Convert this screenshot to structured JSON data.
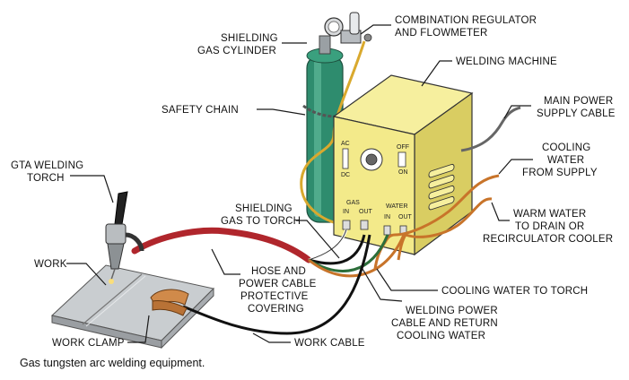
{
  "labels": {
    "regulator": [
      "COMBINATION REGULATOR",
      "AND FLOWMETER"
    ],
    "cylinder": [
      "SHIELDING",
      "GAS CYLINDER"
    ],
    "machine": [
      "WELDING MACHINE"
    ],
    "main_power": [
      "MAIN POWER",
      "SUPPLY CABLE"
    ],
    "safety_chain": [
      "SAFETY CHAIN"
    ],
    "cooling_supply": [
      "COOLING",
      "WATER",
      "FROM SUPPLY"
    ],
    "torch": [
      "GTA WELDING",
      "TORCH"
    ],
    "warm_water": [
      "WARM WATER",
      "TO DRAIN OR",
      "RECIRCULATOR COOLER"
    ],
    "gas_to_torch": [
      "SHIELDING",
      "GAS TO TORCH"
    ],
    "work": [
      "WORK"
    ],
    "hose": [
      "HOSE AND",
      "POWER CABLE",
      "PROTECTIVE",
      "COVERING"
    ],
    "cooling_to_torch": [
      "COOLING WATER TO TORCH"
    ],
    "power_return": [
      "WELDING POWER",
      "CABLE AND RETURN",
      "COOLING WATER"
    ],
    "work_clamp": [
      "WORK CLAMP"
    ],
    "work_cable": [
      "WORK CABLE"
    ]
  },
  "panel": {
    "ac": "AC",
    "dc": "DC",
    "off": "OFF",
    "on": "ON",
    "gas": "GAS",
    "water": "WATER",
    "in": "IN",
    "out": "OUT"
  },
  "caption": "Gas tungsten arc welding equipment.",
  "colors": {
    "machine_body": "#f3ea8a",
    "machine_side": "#dcd06a",
    "cylinder": "#2e8c6e",
    "hose_red": "#b0262c",
    "cable_black": "#111111",
    "hose_green": "#2c6e3a",
    "hose_orange": "#c8742a",
    "gas_hose_yellow": "#d9a92e",
    "plate": "#bfc3c6",
    "clamp": "#d08a4a"
  }
}
